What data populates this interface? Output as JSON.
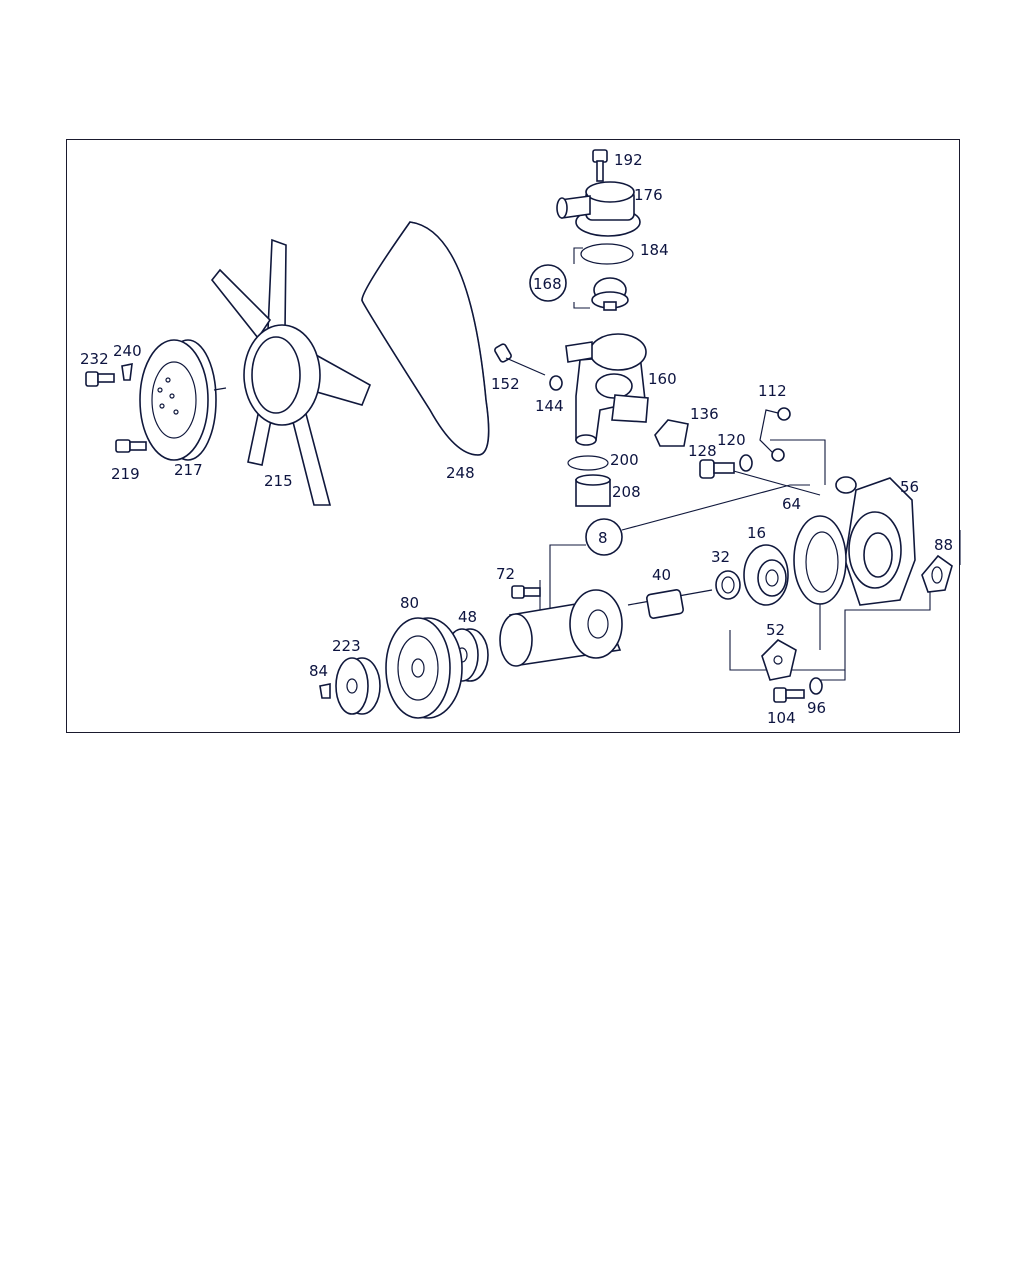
{
  "diagram": {
    "callouts": {
      "p192": "192",
      "p176": "176",
      "p184": "184",
      "p168": "168",
      "p152": "152",
      "p144": "144",
      "p160": "160",
      "p136": "136",
      "p112": "112",
      "p120": "120",
      "p128": "128",
      "p200": "200",
      "p208": "208",
      "p56": "56",
      "p64": "64",
      "p88": "88",
      "p8": "8",
      "p16": "16",
      "p32": "32",
      "p40": "40",
      "p72": "72",
      "p80": "80",
      "p48": "48",
      "p223": "223",
      "p84": "84",
      "p52": "52",
      "p104": "104",
      "p96": "96",
      "p232": "232",
      "p240": "240",
      "p219": "219",
      "p217": "217",
      "p215": "215",
      "p248": "248"
    },
    "colors": {
      "line": "#10183c",
      "text": "#0d1440",
      "background": "#ffffff"
    }
  }
}
